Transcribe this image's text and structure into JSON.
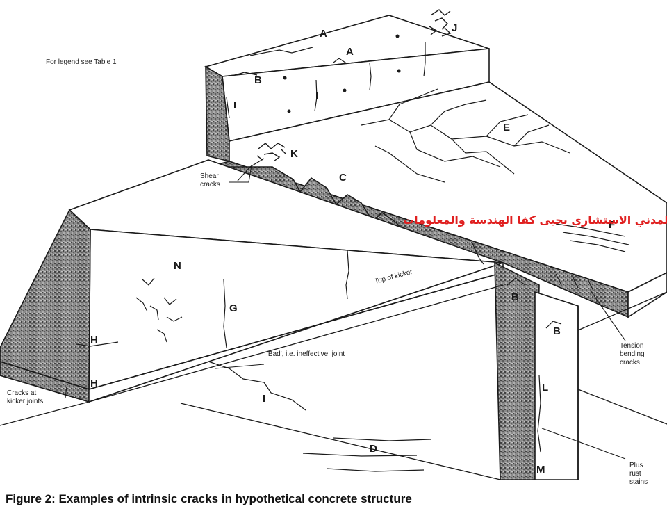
{
  "caption": "Figure 2: Examples of intrinsic cracks in hypothetical concrete structure",
  "legend_note": "For legend see Table 1",
  "watermark": "المهندس المدني الاستشاري يحيى كفا    الهندسة والمعلومات",
  "labels": {
    "A1": "A",
    "A2": "A",
    "B1": "B",
    "B2": "B",
    "B3": "B",
    "C": "C",
    "D": "D",
    "E": "E",
    "F": "F",
    "G": "G",
    "H1": "H",
    "H2": "H",
    "I1": "I",
    "I2": "I",
    "I3": "I",
    "J": "J",
    "K": "K",
    "L": "L",
    "M": "M",
    "N": "N"
  },
  "annotations": {
    "shear_1": "Shear",
    "shear_2": "cracks",
    "top_of_kicker": "Top of kicker",
    "bad_joint": "'Bad', i.e. ineffective, joint",
    "tension_1": "Tension",
    "tension_2": "bending",
    "tension_3": "cracks",
    "kicker_1": "Cracks at",
    "kicker_2": "kicker joints",
    "rust_1": "Plus",
    "rust_2": "rust",
    "rust_3": "stains"
  },
  "colors": {
    "ink": "#1a1a1a",
    "stipple": "#6a6a6a",
    "watermark": "#e02020"
  }
}
